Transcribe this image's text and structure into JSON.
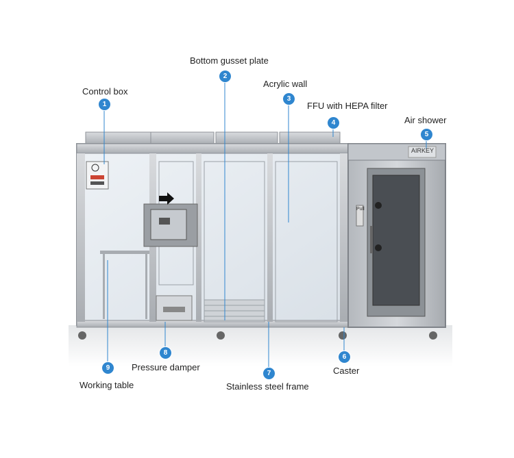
{
  "callouts": [
    {
      "num": "1",
      "label": "Control box"
    },
    {
      "num": "2",
      "label": "Bottom gusset plate"
    },
    {
      "num": "3",
      "label": "Acrylic wall"
    },
    {
      "num": "4",
      "label": "FFU with HEPA filter"
    },
    {
      "num": "5",
      "label": "Air shower"
    },
    {
      "num": "6",
      "label": "Caster"
    },
    {
      "num": "7",
      "label": "Stainless steel frame"
    },
    {
      "num": "8",
      "label": "Pressure damper"
    },
    {
      "num": "9",
      "label": "Working table"
    }
  ],
  "product": {
    "brand_badge": "AIRKEY",
    "door_sign": "Pull"
  },
  "colors": {
    "badge": "#2f86cf",
    "steel": "#b9bcc0",
    "glass": "#e7ecf1"
  }
}
